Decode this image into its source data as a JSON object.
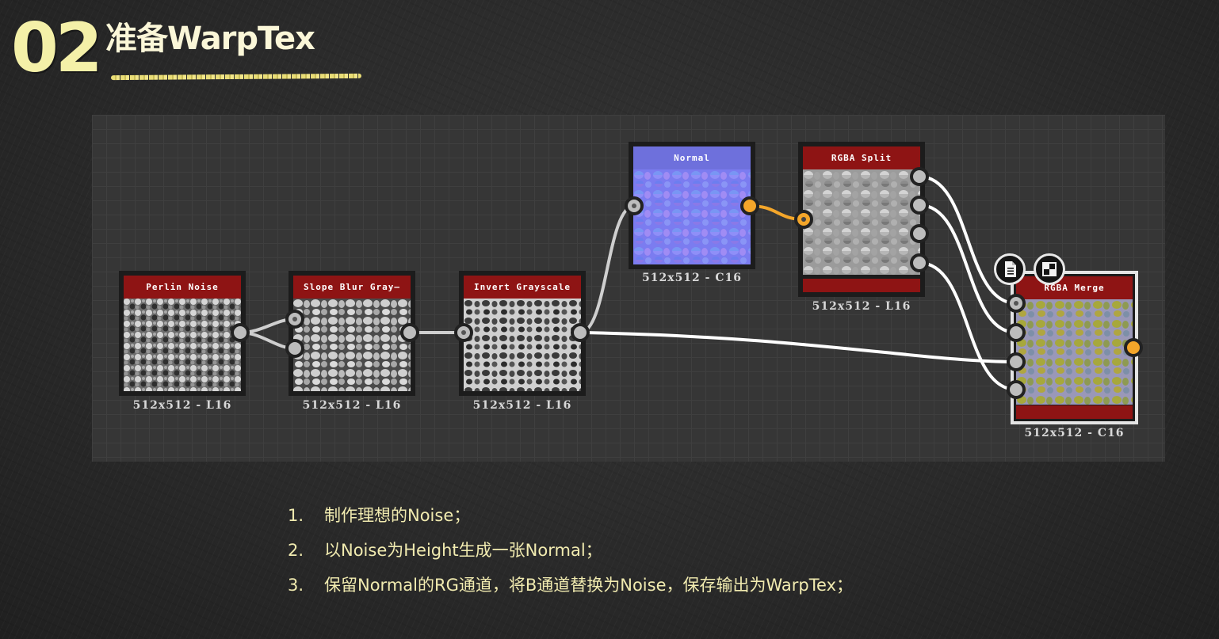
{
  "slide": {
    "section_number": "02",
    "title": "准备WarpTex"
  },
  "nodes": [
    {
      "id": "perlin",
      "label": "Perlin Noise",
      "resolution": "512x512 - L16",
      "header_color": "#8e1414"
    },
    {
      "id": "slope",
      "label": "Slope Blur Gray—",
      "resolution": "512x512 - L16",
      "header_color": "#8e1414"
    },
    {
      "id": "invert",
      "label": "Invert Grayscale",
      "resolution": "512x512 - L16",
      "header_color": "#8e1414"
    },
    {
      "id": "normal",
      "label": "Normal",
      "resolution": "512x512 - C16",
      "header_color": "#6e70dc"
    },
    {
      "id": "split",
      "label": "RGBA Split",
      "resolution": "512x512 - L16",
      "header_color": "#8e1414"
    },
    {
      "id": "merge",
      "label": "RGBA Merge",
      "resolution": "512x512 - C16",
      "header_color": "#8e1414"
    }
  ],
  "merge_icons": [
    "document-icon",
    "checker-icon"
  ],
  "steps": [
    {
      "num": "1.",
      "text": "制作理想的Noise；"
    },
    {
      "num": "2.",
      "text": "以Noise为Height生成一张Normal；"
    },
    {
      "num": "3.",
      "text": "保留Normal的RG通道，将B通道替换为Noise，保存输出为WarpTex；"
    }
  ],
  "colors": {
    "accent_yellow": "#f4f0a8",
    "step_text": "#f1ebb0",
    "node_red": "#8e1414",
    "normal_blue": "#6e70dc",
    "port_orange": "#f4a62a",
    "graph_bg": "#363636"
  }
}
